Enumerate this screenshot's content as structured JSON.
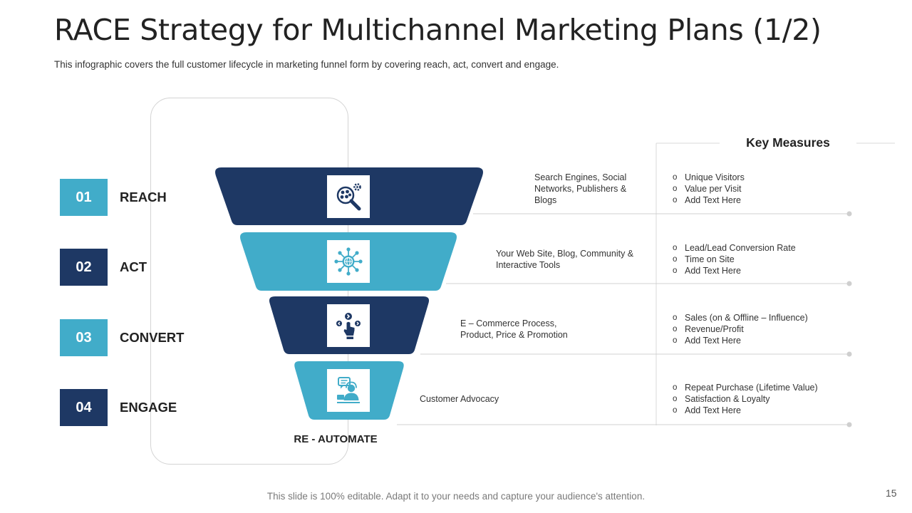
{
  "slide": {
    "title": "RACE Strategy for Multichannel Marketing Plans (1/2)",
    "subtitle": "This infographic covers the full customer lifecycle in marketing funnel form by covering reach, act, convert and engage.",
    "footer": "This slide is 100% editable. Adapt it to your needs and capture your audience's attention.",
    "page_number": "15"
  },
  "colors": {
    "dark": "#1e3864",
    "light": "#41acc9",
    "line": "#d0d0d0",
    "dot": "#cfcfcf"
  },
  "stages": [
    {
      "number": "01",
      "name": "REACH",
      "color": "light",
      "funnel_color": "dark",
      "icon": "search-gear-icon",
      "channels": "Search Engines, Social Networks, Publishers & Blogs",
      "measures": [
        "Unique Visitors",
        "Value per Visit",
        "Add Text Here"
      ]
    },
    {
      "number": "02",
      "name": "ACT",
      "color": "dark",
      "funnel_color": "light",
      "icon": "network-globe-icon",
      "channels": "Your Web Site, Blog, Community & Interactive Tools",
      "measures": [
        "Lead/Lead Conversion  Rate",
        "Time on Site",
        "Add Text Here"
      ]
    },
    {
      "number": "03",
      "name": "CONVERT",
      "color": "light",
      "funnel_color": "dark",
      "icon": "touch-select-icon",
      "channels": "E – Commerce Process, Product, Price & Promotion",
      "measures": [
        "Sales (on & Offline – Influence)",
        "Revenue/Profit",
        "Add Text Here"
      ]
    },
    {
      "number": "04",
      "name": "ENGAGE",
      "color": "dark",
      "funnel_color": "light",
      "icon": "customer-support-icon",
      "channels": "Customer Advocacy",
      "measures": [
        "Repeat Purchase (Lifetime Value)",
        "Satisfaction & Loyalty",
        "Add Text Here"
      ]
    }
  ],
  "key_measures_title": "Key Measures",
  "loop_label": "RE - AUTOMATE"
}
